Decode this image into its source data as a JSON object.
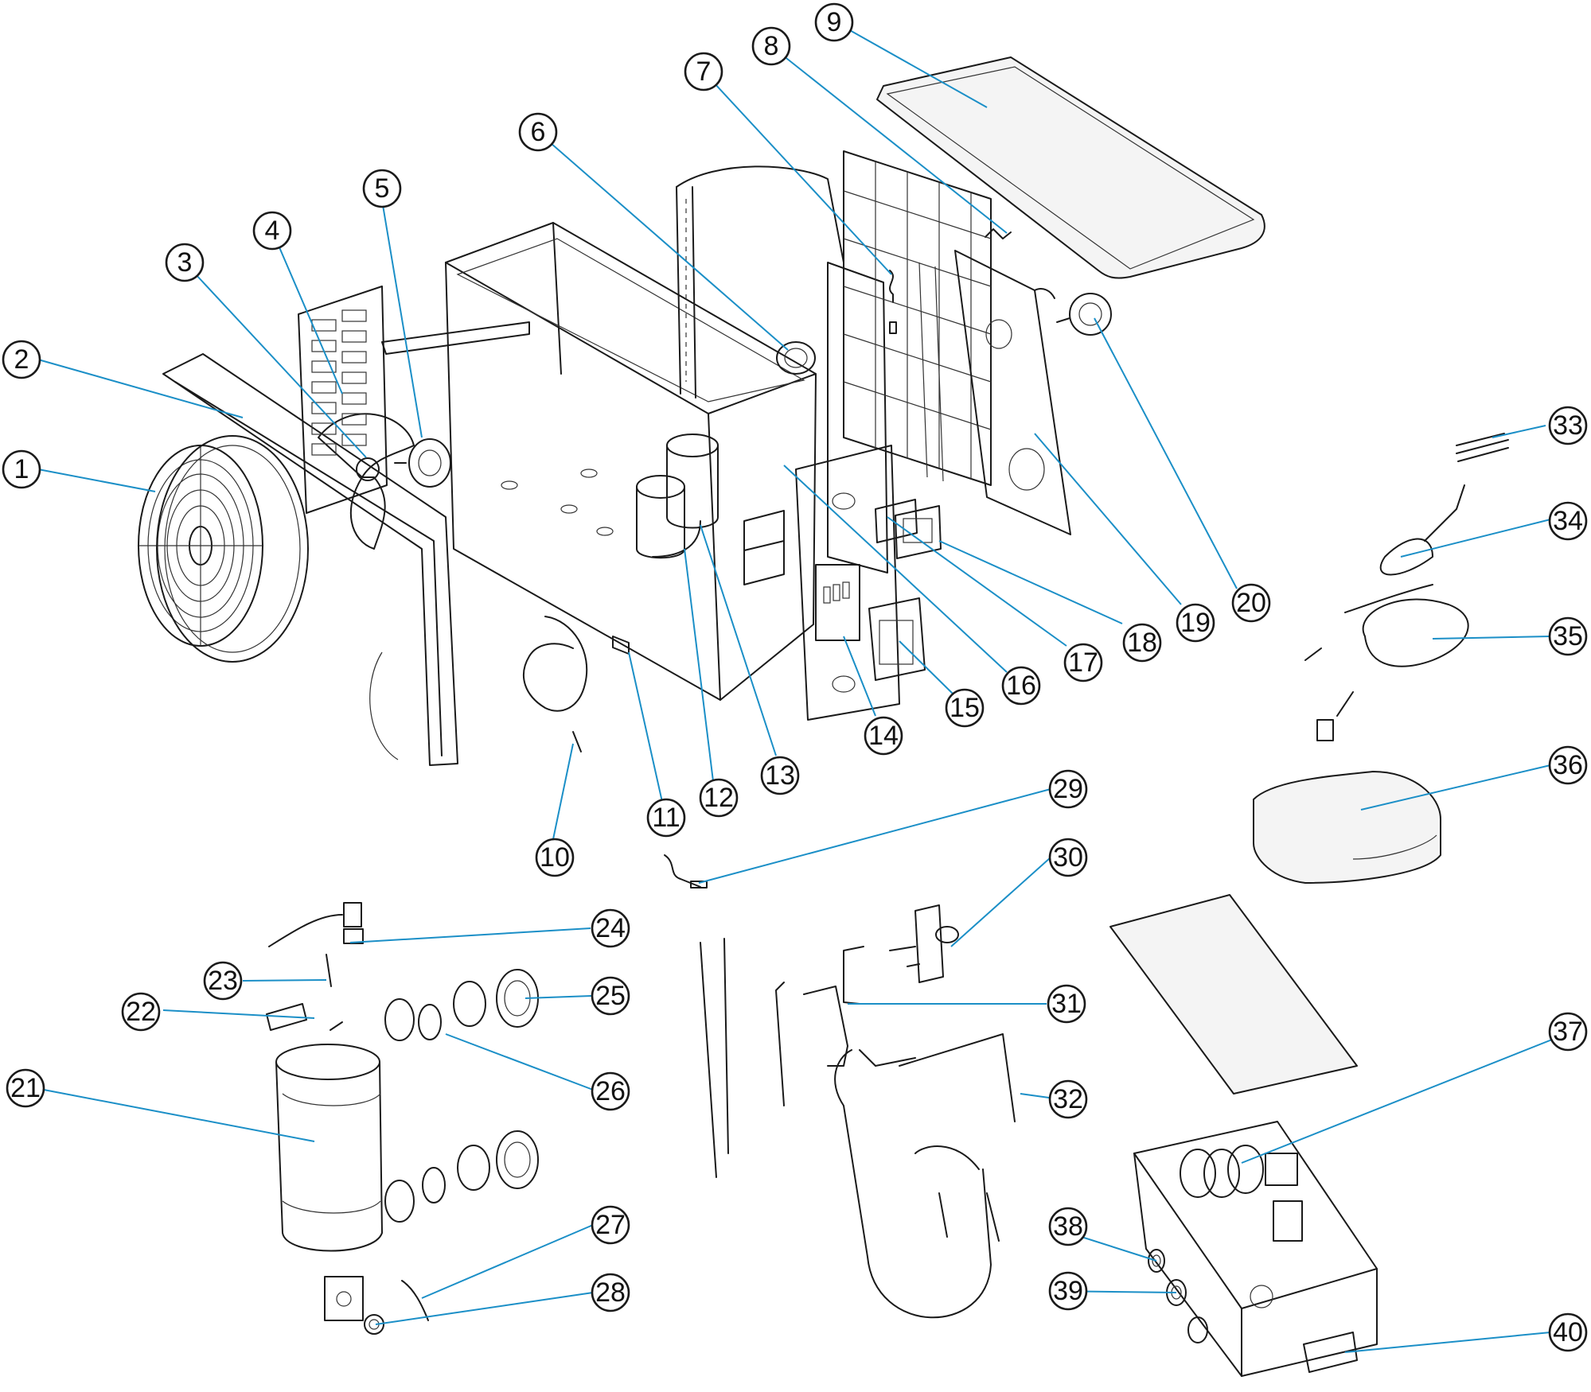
{
  "colors": {
    "leader": "#1b8fc7",
    "line": "#1a1a1a",
    "background": "#ffffff"
  },
  "callouts": [
    {
      "id": "c1",
      "label": "1"
    },
    {
      "id": "c2",
      "label": "2"
    },
    {
      "id": "c3",
      "label": "3"
    },
    {
      "id": "c4",
      "label": "4"
    },
    {
      "id": "c5",
      "label": "5"
    },
    {
      "id": "c6",
      "label": "6"
    },
    {
      "id": "c7",
      "label": "7"
    },
    {
      "id": "c8",
      "label": "8"
    },
    {
      "id": "c9",
      "label": "9"
    },
    {
      "id": "c10",
      "label": "10"
    },
    {
      "id": "c11",
      "label": "11"
    },
    {
      "id": "c12",
      "label": "12"
    },
    {
      "id": "c13",
      "label": "13"
    },
    {
      "id": "c14",
      "label": "14"
    },
    {
      "id": "c15",
      "label": "15"
    },
    {
      "id": "c16",
      "label": "16"
    },
    {
      "id": "c17",
      "label": "17"
    },
    {
      "id": "c18",
      "label": "18"
    },
    {
      "id": "c19",
      "label": "19"
    },
    {
      "id": "c20",
      "label": "20"
    },
    {
      "id": "c21",
      "label": "21"
    },
    {
      "id": "c22",
      "label": "22"
    },
    {
      "id": "c23",
      "label": "23"
    },
    {
      "id": "c24",
      "label": "24"
    },
    {
      "id": "c25",
      "label": "25"
    },
    {
      "id": "c26",
      "label": "26"
    },
    {
      "id": "c27",
      "label": "27"
    },
    {
      "id": "c28",
      "label": "28"
    },
    {
      "id": "c29",
      "label": "29"
    },
    {
      "id": "c30",
      "label": "30"
    },
    {
      "id": "c31",
      "label": "31"
    },
    {
      "id": "c32",
      "label": "32"
    },
    {
      "id": "c33",
      "label": "33"
    },
    {
      "id": "c34",
      "label": "34"
    },
    {
      "id": "c35",
      "label": "35"
    },
    {
      "id": "c36",
      "label": "36"
    },
    {
      "id": "c37",
      "label": "37"
    },
    {
      "id": "c38",
      "label": "38"
    },
    {
      "id": "c39",
      "label": "39"
    },
    {
      "id": "c40",
      "label": "40"
    }
  ]
}
